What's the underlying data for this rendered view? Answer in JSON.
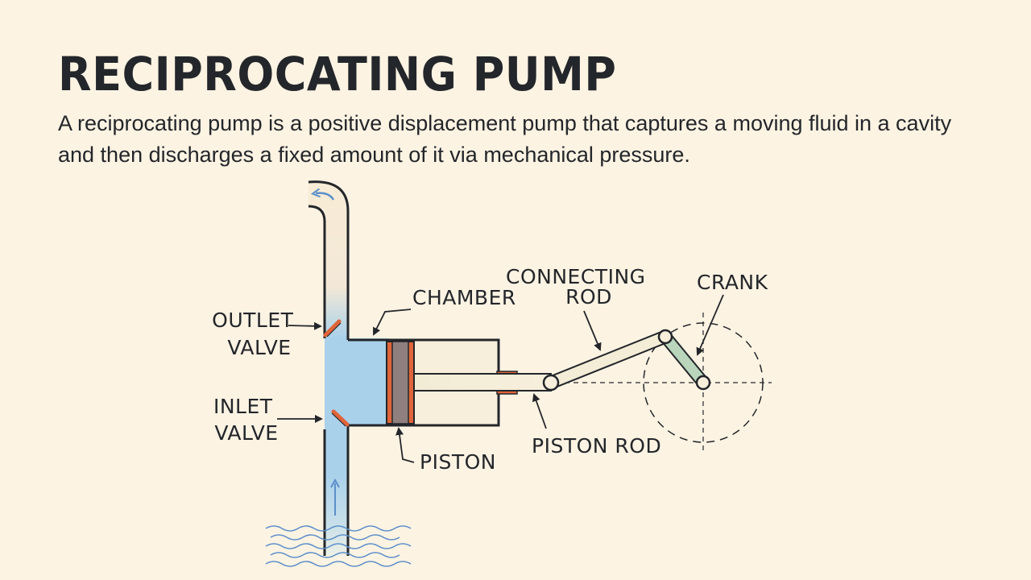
{
  "slide": {
    "title": "RECIPROCATING PUMP",
    "description": "A reciprocating pump is a positive displacement pump that captures a moving fluid in a cavity and then discharges a fixed amount of it via mechanical pressure."
  },
  "diagram": {
    "labels": {
      "outlet_valve": [
        "OUTLET",
        "VALVE"
      ],
      "inlet_valve": [
        "INLET",
        "VALVE"
      ],
      "chamber": "CHAMBER",
      "piston": "PISTON",
      "piston_rod": "PISTON ROD",
      "connecting_rod": [
        "CONNECTING",
        "ROD"
      ],
      "crank": "CRANK"
    },
    "colors": {
      "background": "#fdf3e3",
      "water": "#a9d1ea",
      "piston": "#8f7f7f",
      "piston_edge": "#e0643a",
      "rod": "#f5ecd6",
      "crank": "#b9d6bd",
      "flow_arrow": "#5b8fc9",
      "outline": "#23262a"
    },
    "icons": [
      "flow-arrow-up-icon",
      "flow-arrow-out-icon",
      "water-waves-icon"
    ]
  }
}
